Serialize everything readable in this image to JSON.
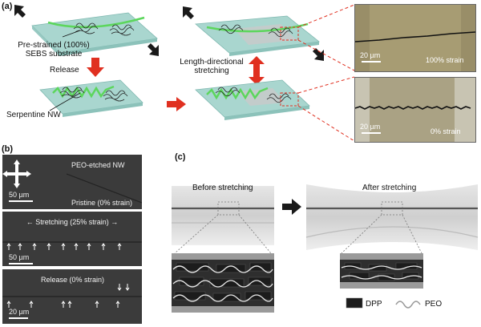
{
  "panel_a": {
    "letter": "(a)",
    "substrate_label_line1": "Pre-strained (100%)",
    "substrate_label_line2": "SEBS substrate",
    "release_label": "Release",
    "serpentine_label": "Serpentine NW",
    "stretch_label_line1": "Length-directional",
    "stretch_label_line2": "stretching",
    "micro_top": {
      "scale": "20 µm",
      "strain": "100% strain"
    },
    "micro_bottom": {
      "scale": "20 µm",
      "strain": "0% strain"
    }
  },
  "panel_b": {
    "letter": "(b)",
    "img1": {
      "title": "PEO-etched NW",
      "scale": "50 µm",
      "caption": "Pristine (0% strain)"
    },
    "img2": {
      "caption": "Stretching (25% strain)",
      "scale": "50 µm"
    },
    "img3": {
      "caption": "Release (0% strain)",
      "scale": "20 µm"
    }
  },
  "panel_c": {
    "letter": "(c)",
    "before_label": "Before stretching",
    "after_label": "After stretching",
    "legend_dpp": "DPP",
    "legend_peo": "PEO"
  },
  "colors": {
    "substrate": "#a9d6cf",
    "nanowire": "#5cd65c",
    "arrow_red": "#e03020",
    "arrow_black": "#1a1a1a",
    "micro_bg": "#a79c73",
    "sem_bg": "#3b3b3b"
  }
}
